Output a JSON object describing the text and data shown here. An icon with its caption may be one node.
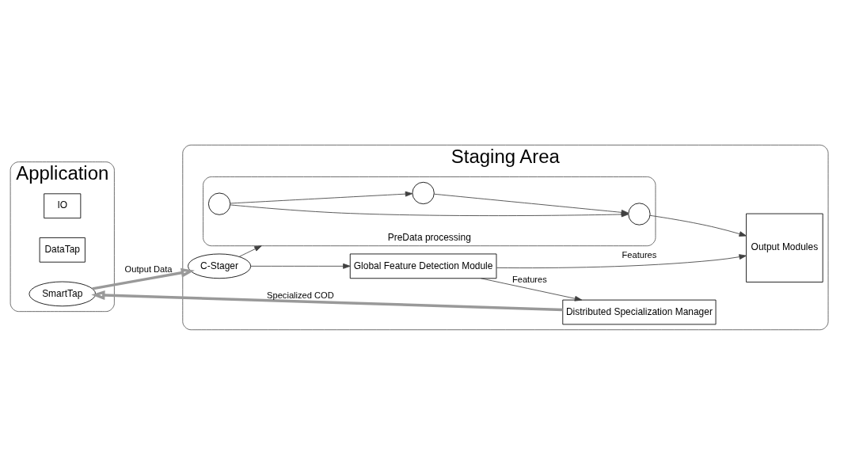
{
  "diagram": {
    "nodes": [
      {
        "text": [
          "Application"
        ]
      },
      {
        "text": [
          "IO"
        ],
        "in": 0
      },
      {
        "text": [
          "DataTap"
        ],
        "in": 0
      },
      {
        "text": [
          "SmartTap"
        ],
        "in": 0
      },
      {
        "text": [
          "Staging Area"
        ]
      },
      {
        "text": [
          "PreData processing"
        ],
        "in": 4
      },
      {
        "text": [],
        "shape": "circle",
        "in": 5
      },
      {
        "text": [],
        "shape": "circle",
        "in": 5
      },
      {
        "text": [],
        "shape": "circle",
        "in": 5
      },
      {
        "text": [
          "Output Modules"
        ],
        "in": 4
      },
      {
        "text": [
          "C-Stager"
        ],
        "in": 4
      },
      {
        "text": [
          "Global Feature Detection Module"
        ],
        "in": 4
      },
      {
        "text": [
          "Distributed Specialization Manager"
        ],
        "in": 4
      }
    ],
    "edges": [
      {
        "from": 6,
        "to": 7,
        "arrow": "to"
      },
      {
        "from": 6,
        "to": 8,
        "arrow": "to"
      },
      {
        "from": 8,
        "to": 7,
        "arrow": "to"
      },
      {
        "from": 7,
        "to": 9,
        "arrow": "to"
      },
      {
        "from": 10,
        "to": 5,
        "arrow": "to"
      },
      {
        "from": 10,
        "to": 11,
        "arrow": "to"
      },
      {
        "from": 11,
        "to": 9,
        "arrow": "to",
        "label": "Features"
      },
      {
        "from": 11,
        "to": 12,
        "arrow": "to",
        "label": "Features"
      },
      {
        "from": 3,
        "to": 10,
        "arrow": "to",
        "label": "Output Data",
        "style": "thick"
      },
      {
        "from": 12,
        "to": 3,
        "arrow": "to",
        "label": "Specialized COD",
        "style": "thick"
      }
    ]
  }
}
